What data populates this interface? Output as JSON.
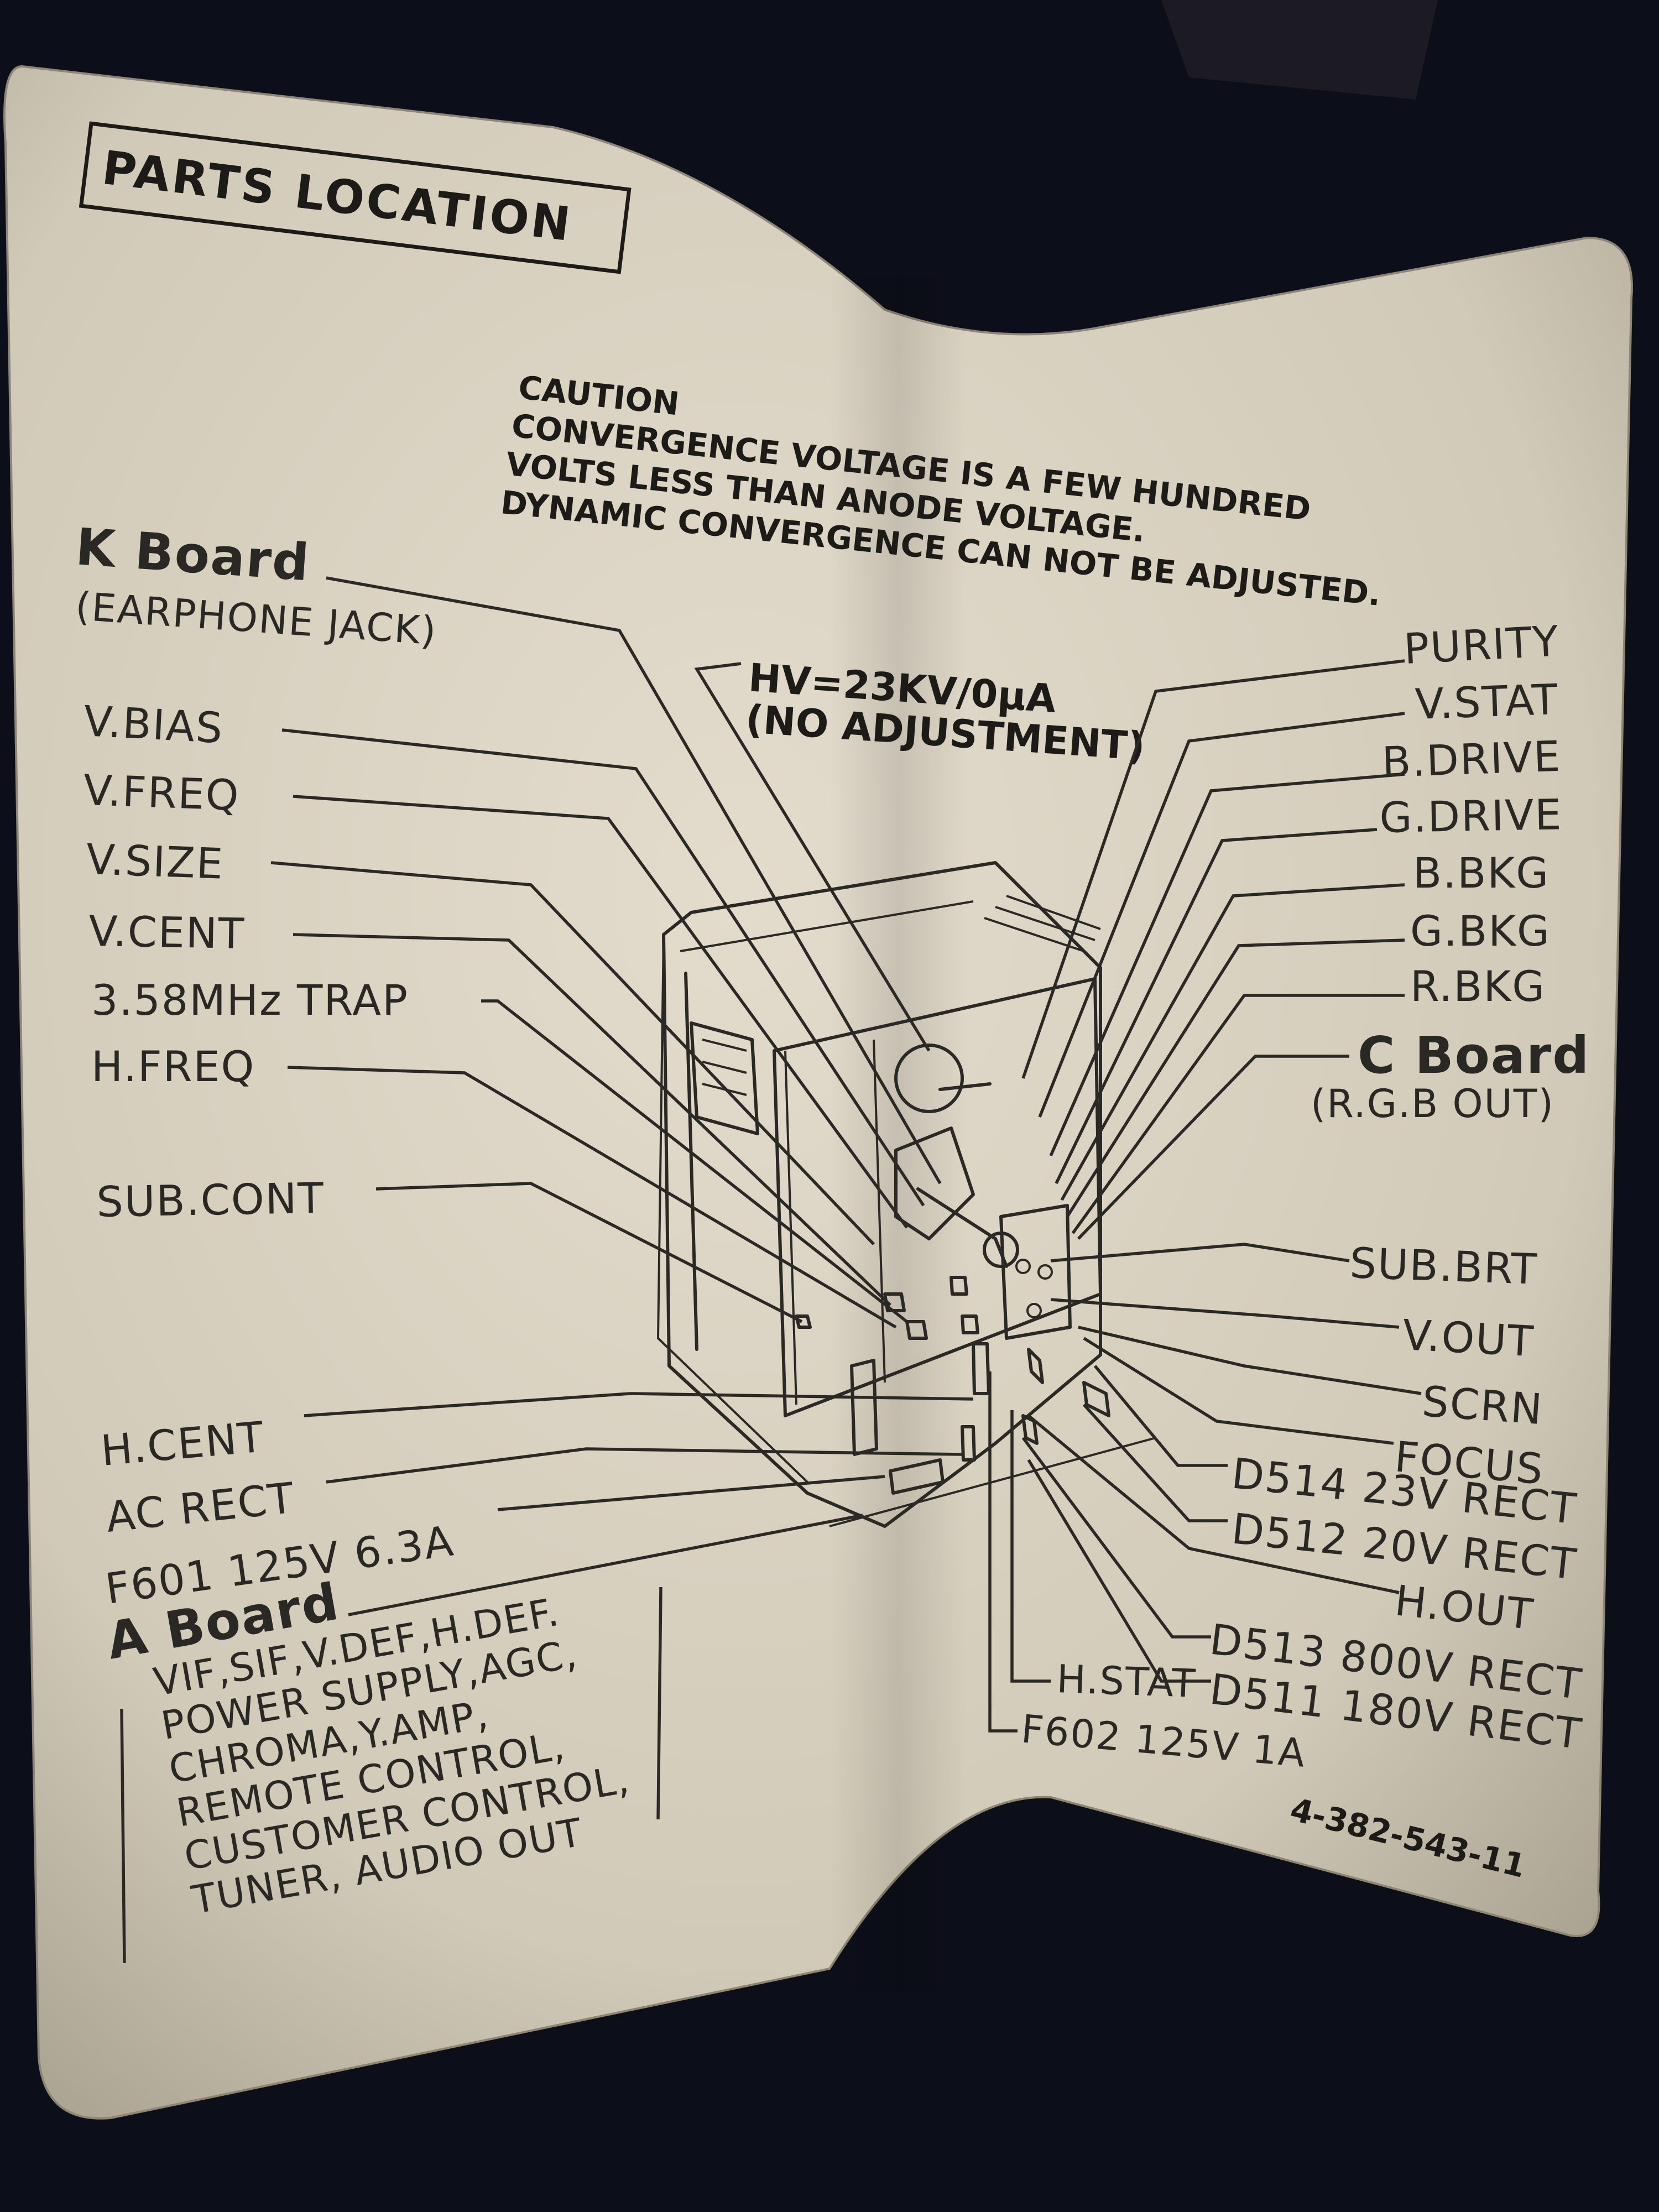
{
  "title": "PARTS LOCATION",
  "caution": {
    "heading": "CAUTION",
    "lines": [
      "CONVERGENCE VOLTAGE IS A FEW HUNDRED",
      "VOLTS LESS THAN ANODE VOLTAGE.",
      "DYNAMIC CONVERGENCE CAN NOT BE ADJUSTED."
    ]
  },
  "hv": {
    "line1": "HV=23KV/0μA",
    "line2": "(NO ADJUSTMENT)"
  },
  "left_labels": {
    "k_board": "K Board",
    "k_board_sub": "(EARPHONE JACK)",
    "v_bias": "V.BIAS",
    "v_freq": "V.FREQ",
    "v_size": "V.SIZE",
    "v_cent": "V.CENT",
    "trap": "3.58MHz TRAP",
    "h_freq": "H.FREQ",
    "sub_cont": "SUB.CONT",
    "h_cent": "H.CENT",
    "ac_rect": "AC RECT",
    "f601": "F601 125V 6.3A"
  },
  "a_board": {
    "name": "A Board",
    "lines": [
      "VIF,SIF,V.DEF,H.DEF.",
      "POWER SUPPLY,AGC,",
      "CHROMA,Y.AMP,",
      "REMOTE CONTROL,",
      "CUSTOMER CONTROL,",
      "TUNER, AUDIO OUT"
    ]
  },
  "right_labels": {
    "purity": "PURITY",
    "v_stat": "V.STAT",
    "b_drive": "B.DRIVE",
    "g_drive": "G.DRIVE",
    "b_bkg": "B.BKG",
    "g_bkg": "G.BKG",
    "r_bkg": "R.BKG",
    "c_board": "C Board",
    "c_board_sub": "(R.G.B OUT)",
    "sub_brt": "SUB.BRT",
    "v_out": "V.OUT",
    "scrn": "SCRN",
    "focus": "FOCUS",
    "d514": "D514 23V RECT",
    "d512": "D512 20V RECT",
    "h_out": "H.OUT",
    "d513": "D513 800V RECT",
    "d511": "D511 180V RECT"
  },
  "bottom_labels": {
    "h_stat": "H.STAT",
    "f602": "F602 125V 1A"
  },
  "part_number": "4-382-543-11",
  "colors": {
    "background": "#0d0f1a",
    "sticker": "#d9d2c2",
    "ink": "#2a2824"
  }
}
